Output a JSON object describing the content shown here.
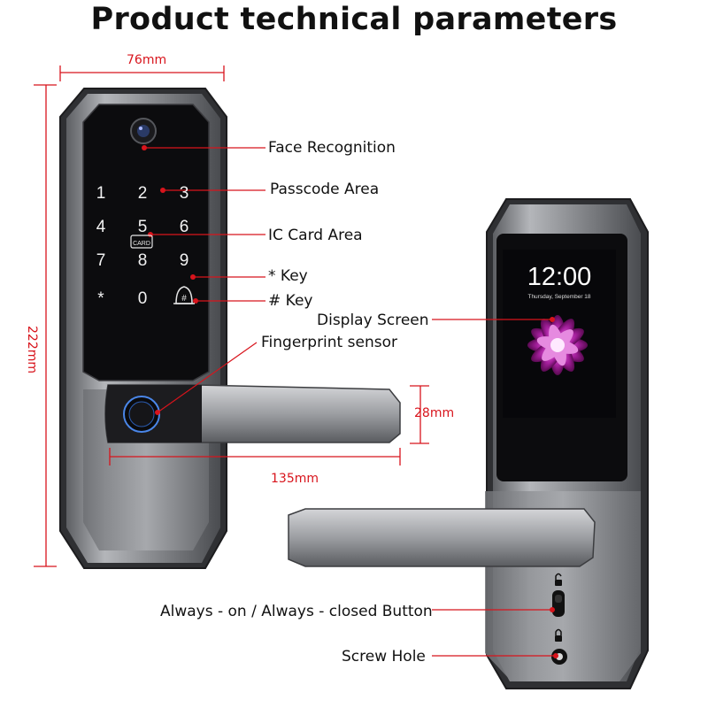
{
  "title": "Product technical parameters",
  "dimensions": {
    "width": "76mm",
    "height": "222mm",
    "handle_length": "135mm",
    "handle_height": "28mm"
  },
  "front_labels": {
    "face": "Face Recognition",
    "passcode": "Passcode Area",
    "ic_card": "IC Card Area",
    "star_key": "* Key",
    "hash_key": "# Key",
    "fingerprint": "Fingerprint sensor"
  },
  "back_labels": {
    "display": "Display Screen",
    "always_button": "Always - on / Always - closed Button",
    "screw_hole": "Screw Hole"
  },
  "keypad": [
    "1",
    "2",
    "3",
    "4",
    "5",
    "6",
    "7",
    "8",
    "9",
    "*",
    "0"
  ],
  "card_text": "CARD",
  "screen": {
    "time": "12:00",
    "date": "Thursday, September 18"
  },
  "colors": {
    "dimension": "#d8141c",
    "pointer": "#d8141c"
  }
}
